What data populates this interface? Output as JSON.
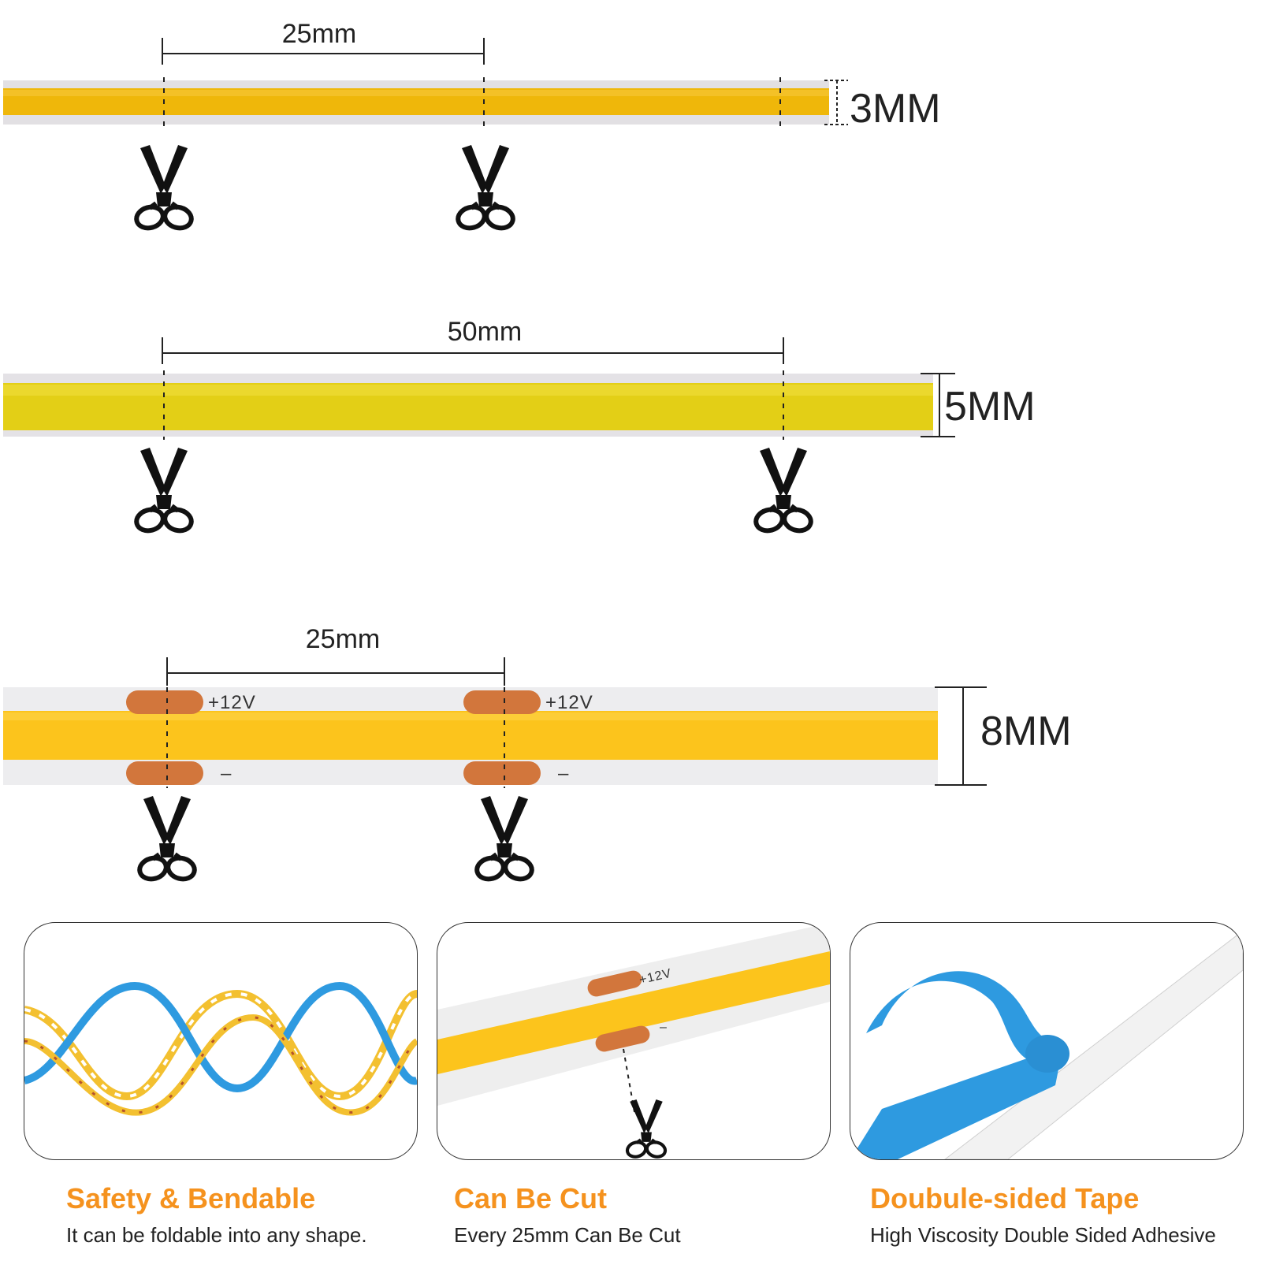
{
  "strips": [
    {
      "spacing_label": "25mm",
      "width_label": "3MM",
      "pad_plus_label": "",
      "pad_minus_label": ""
    },
    {
      "spacing_label": "50mm",
      "width_label": "5MM"
    },
    {
      "spacing_label": "25mm",
      "width_label": "8MM",
      "pad_plus_label": "+12V",
      "pad_minus_label": "–"
    }
  ],
  "features": [
    {
      "title": "Safety & Bendable",
      "description": "It can be foldable into any shape."
    },
    {
      "title": "Can Be Cut",
      "description": "Every 25mm Can Be Cut",
      "pad_plus_label": "+12V",
      "pad_minus_label": "–"
    },
    {
      "title": "Doubule-sided Tape",
      "description": "High Viscosity Double Sided Adhesive"
    }
  ],
  "colors": {
    "accent_orange": "#f5921e",
    "strip_amber": "#f0b800",
    "strip_yellow": "#e6d015",
    "strip_gold": "#fcc41c",
    "copper_pad": "#d2763c",
    "tape_blue": "#2e9ae0"
  },
  "icons": [
    "scissors-icon"
  ]
}
